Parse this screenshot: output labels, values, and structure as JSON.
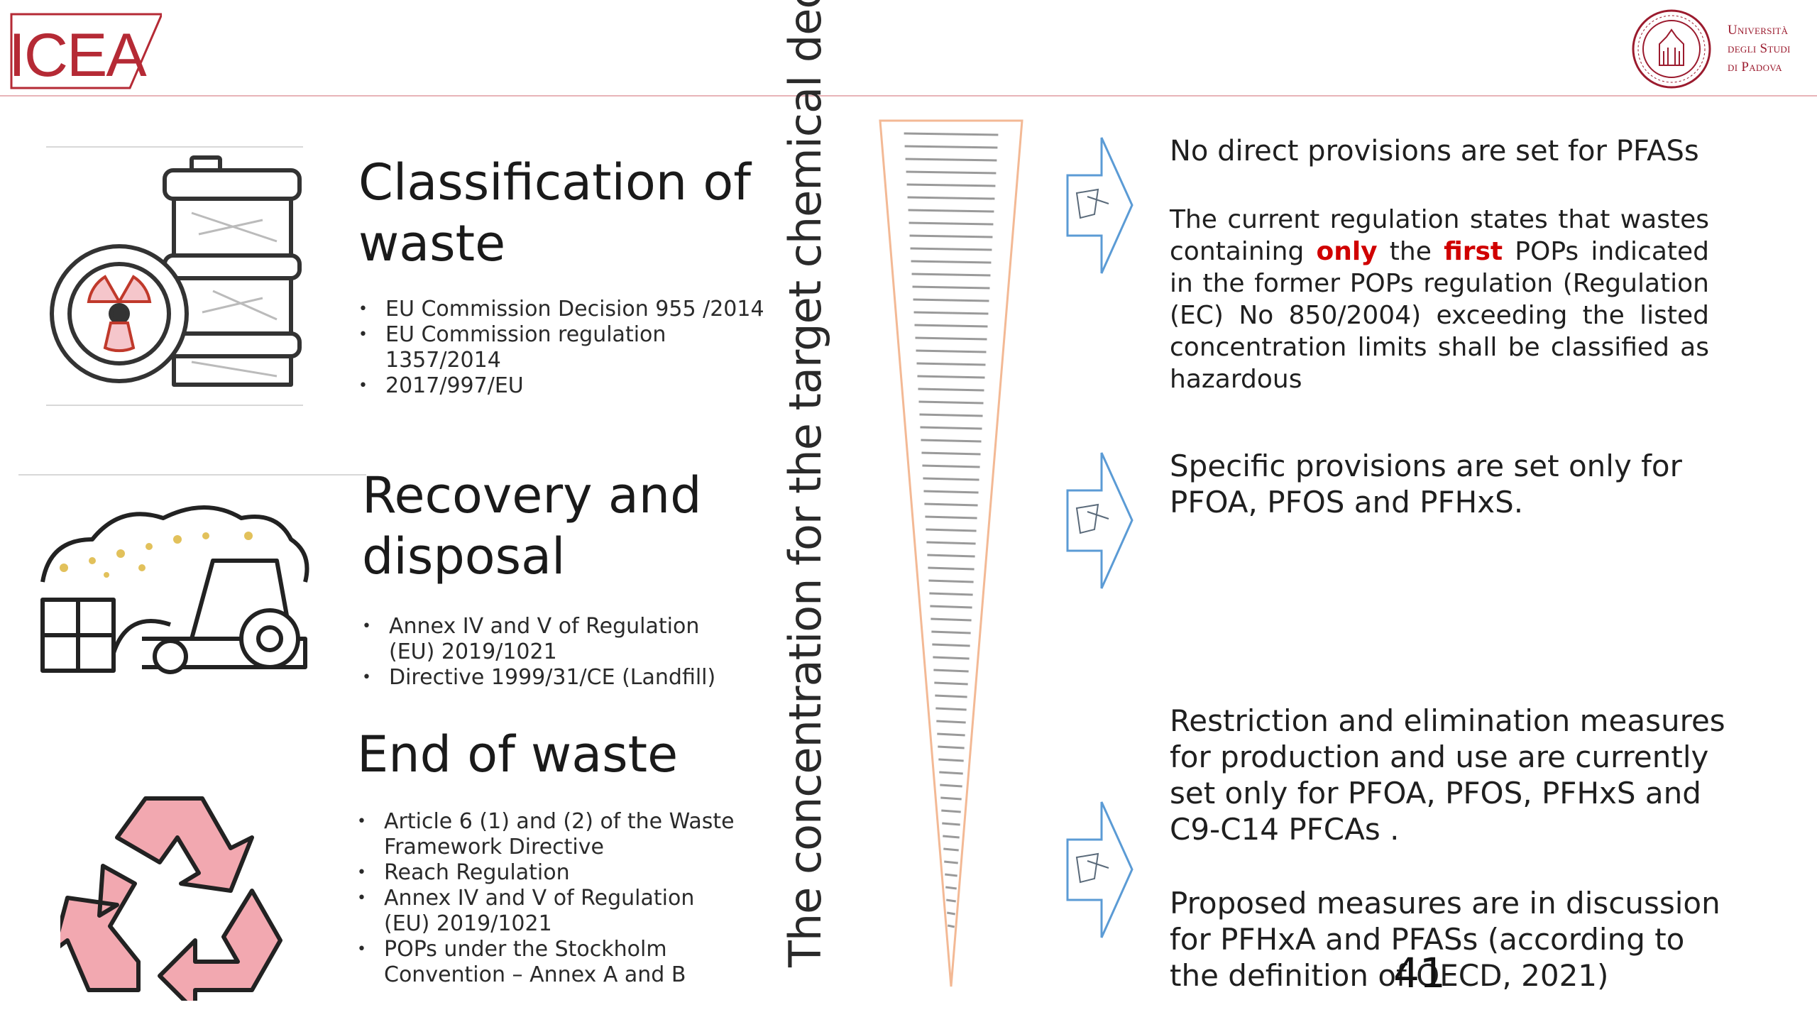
{
  "header": {
    "logo_text": "ICEA",
    "university": [
      "Università",
      "degli Studi",
      "di Padova"
    ]
  },
  "sections": {
    "classification": {
      "title": "Classification of waste",
      "items": [
        "EU Commission Decision 955 /2014",
        "EU Commission regulation 1357/2014",
        "2017/997/EU"
      ]
    },
    "recovery": {
      "title": "Recovery and disposal",
      "items": [
        "Annex IV and V of Regulation (EU) 2019/1021",
        "Directive 1999/31/CE (Landfill)"
      ]
    },
    "end_of_waste": {
      "title": "End of waste",
      "items": [
        "Article 6 (1) and (2) of the Waste Framework Directive",
        "Reach Regulation",
        "Annex IV and V of Regulation (EU) 2019/1021",
        "POPs under the Stockholm Convention – Annex A and B"
      ]
    }
  },
  "vertical_caption": "The concentration for the target chemical decreses",
  "right": {
    "p1": "No direct provisions are set for PFASs",
    "p2_a": "The current regulation states that wastes containing ",
    "p2_only": "only",
    "p2_b": " the ",
    "p2_first": "first",
    "p2_c": " POPs indicated in the former POPs regulation (Regulation (EC) No 850/2004) exceeding the listed concentration limits  shall be classified as hazardous",
    "p3": "Specific provisions are set only for PFOA, PFOS and PFHxS.",
    "p4": "Restriction and elimination measures for production and use are currently set only for PFOA, PFOS, PFHxS and C9-C14 PFCAs .",
    "p5": "Proposed measures are in discussion for  PFHxA and PFASs (according to the definition of OECD, 2021)"
  },
  "page_number": "41",
  "colors": {
    "brand_red": "#b52a35",
    "highlight_red": "#d00000",
    "arrow_blue": "#5b9bd5",
    "funnel_outline": "#f3b995"
  },
  "icons": [
    "barrel-radiation-icon",
    "loader-truck-icon",
    "recycle-icon",
    "arrow-right-icon"
  ]
}
